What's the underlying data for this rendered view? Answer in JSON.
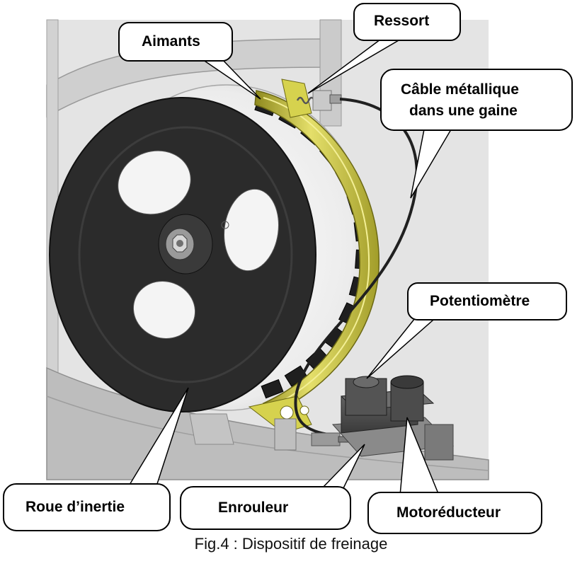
{
  "labels": {
    "ressort": "Ressort",
    "aimants": "Aimants",
    "cable_line1": "Câble métallique",
    "cable_line2": "dans une gaine",
    "potentiometre": "Potentiomètre",
    "roue": "Roue d’inertie",
    "enrouleur": "Enrouleur",
    "motoreducteur": "Motoréducteur"
  },
  "caption": "Fig.4 : Dispositif de freinage",
  "colors": {
    "frame": "#d9d9d9",
    "frame_edge": "#8c8c8c",
    "wheel": "#2b2b2b",
    "wheel_rim": "#f2f2f2",
    "bracket": "#c8c43a",
    "magnet": "#1f1f1f",
    "motor": "#4a4a4a",
    "cable": "#202020"
  }
}
